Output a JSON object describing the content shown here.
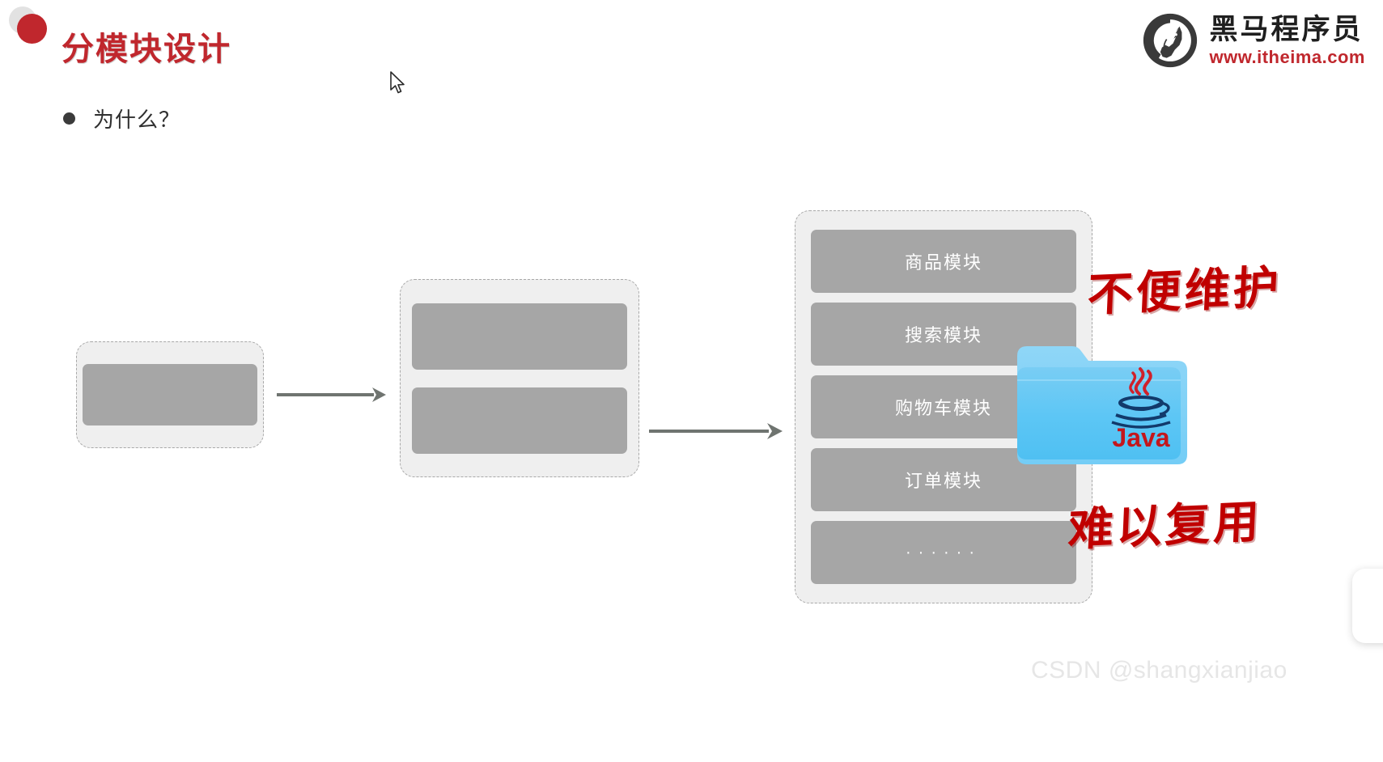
{
  "slide": {
    "title": "分模块设计",
    "bullet": "为什么？",
    "background_color": "#ffffff",
    "accent_color": "#c0272d"
  },
  "brand": {
    "name": "黑马程序员",
    "url": "www.itheima.com",
    "mark_icon": "horse-head-logo-icon",
    "name_color": "#1f1f1f",
    "url_color": "#c0272d"
  },
  "decorations": {
    "dot_gray": "deco-circle-gray",
    "dot_red": "deco-circle-red",
    "dot_gray_color": "#e2e2e2",
    "dot_red_color": "#c0272d"
  },
  "diagram": {
    "box_fill": "#efefef",
    "box_border": "#a8a8a8",
    "block_fill": "#a6a6a6",
    "arrow_color": "#6f7470",
    "stage_small": {
      "label": "single-block-app",
      "blocks": [
        ""
      ]
    },
    "stage_medium": {
      "label": "two-block-app",
      "blocks": [
        "",
        ""
      ]
    },
    "stage_large": {
      "label": "monolithic-module-list",
      "blocks": [
        "商品模块",
        "搜索模块",
        "购物车模块",
        "订单模块",
        "······"
      ]
    },
    "arrows": [
      {
        "name": "arrow-small-to-medium"
      },
      {
        "name": "arrow-medium-to-large"
      }
    ]
  },
  "annotations": [
    {
      "name": "annotation-hard-to-maintain",
      "text": "不便维护",
      "color": "#c00000"
    },
    {
      "name": "annotation-hard-to-reuse",
      "text": "难以复用",
      "color": "#c00000"
    }
  ],
  "java_folder": {
    "icon": "java-folder-icon",
    "label": "Java",
    "folder_color": "#5cc6f5",
    "label_color": "#c4161c"
  },
  "watermark": {
    "text": "CSDN @shangxianjiao",
    "color": "#e6e6e6"
  },
  "cursor": {
    "icon": "mouse-pointer-icon"
  }
}
